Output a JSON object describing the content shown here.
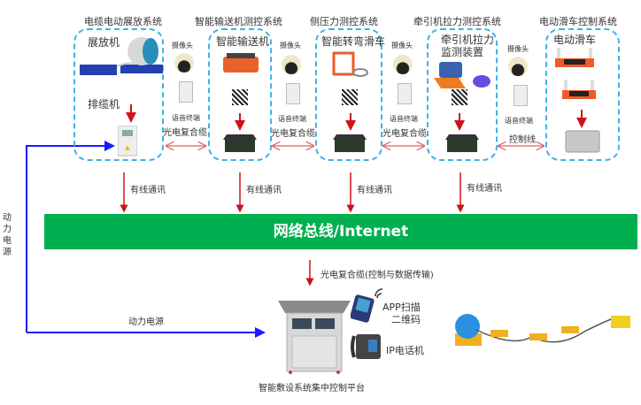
{
  "systems": [
    {
      "title": "电缆电动展放系统",
      "devices": [
        "展放机",
        "排缆机"
      ]
    },
    {
      "title": "智能输送机测控系统",
      "devices": [
        "智能输送机"
      ]
    },
    {
      "title": "侧压力测控系统",
      "devices": [
        "智能转弯滑车"
      ]
    },
    {
      "title": "牵引机拉力测控系统",
      "devices": [
        "牵引机拉力",
        "监测装置"
      ]
    },
    {
      "title": "电动滑车控制系统",
      "devices": [
        "电动滑车"
      ]
    }
  ],
  "between": [
    {
      "camera": "摄像头",
      "voice": "语音终端",
      "link": "光电复合缆"
    },
    {
      "camera": "摄像头",
      "voice": "语音终端",
      "link": "光电复合缆"
    },
    {
      "camera": "摄像头",
      "voice": "语音终端",
      "link": "光电复合缆"
    },
    {
      "camera": "摄像头",
      "voice": "语音终端",
      "link": "控制线"
    }
  ],
  "wired_label": "有线通讯",
  "bus_label": "网络总线/Internet",
  "downlink_label": "光电复合缆(控制与数据传输)",
  "power": {
    "vertical_label": "动力电源",
    "horizontal_label": "动力电源"
  },
  "platform": {
    "label": "智能敷设系统集中控制平台",
    "app_label_1": "APP扫描",
    "app_label_2": "二维码",
    "phone_label": "IP电话机"
  },
  "colors": {
    "bus": "#00b050",
    "dashed_box": "#3bb4e6",
    "arrow_red": "#d0101a",
    "power_blue": "#1a1aff"
  }
}
